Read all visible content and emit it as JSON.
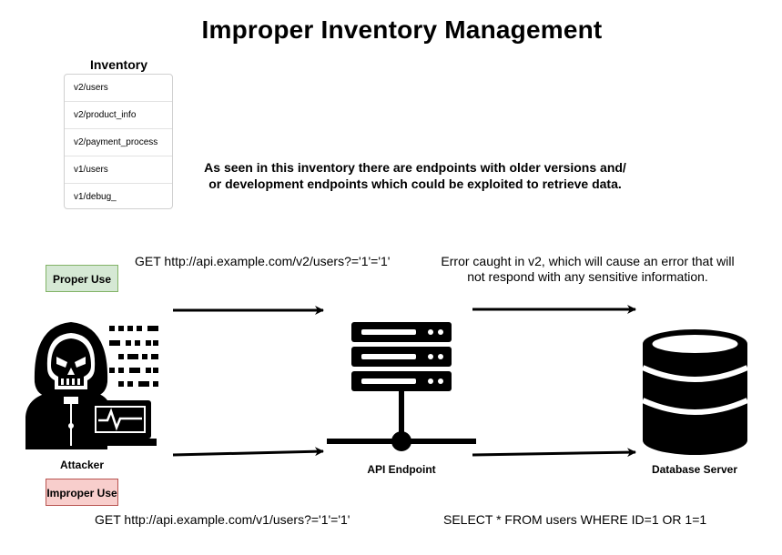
{
  "title": "Improper Inventory Management",
  "inventory": {
    "heading": "Inventory",
    "items": [
      "v2/users",
      "v2/product_info",
      "v2/payment_process",
      "v1/users",
      "v1/debug_"
    ]
  },
  "note": {
    "line1": "As seen in this inventory there are endpoints with older versions and/",
    "line2": "or development endpoints which could be exploited to retrieve data."
  },
  "proper": {
    "tag": "Proper Use",
    "request": "GET http://api.example.com/v2/users?='1'='1'",
    "response_line1": "Error caught in v2, which will cause an error that will",
    "response_line2": "not respond with any sensitive information."
  },
  "improper": {
    "tag": "Improper Use",
    "request": "GET http://api.example.com/v1/users?='1'='1'",
    "query": "SELECT * FROM users WHERE ID=1 OR 1=1"
  },
  "nodes": {
    "attacker": {
      "label": "Attacker",
      "icon": "hacker-icon"
    },
    "api": {
      "label": "API Endpoint",
      "icon": "server-rack-icon"
    },
    "db": {
      "label": "Database Server",
      "icon": "database-icon"
    }
  }
}
